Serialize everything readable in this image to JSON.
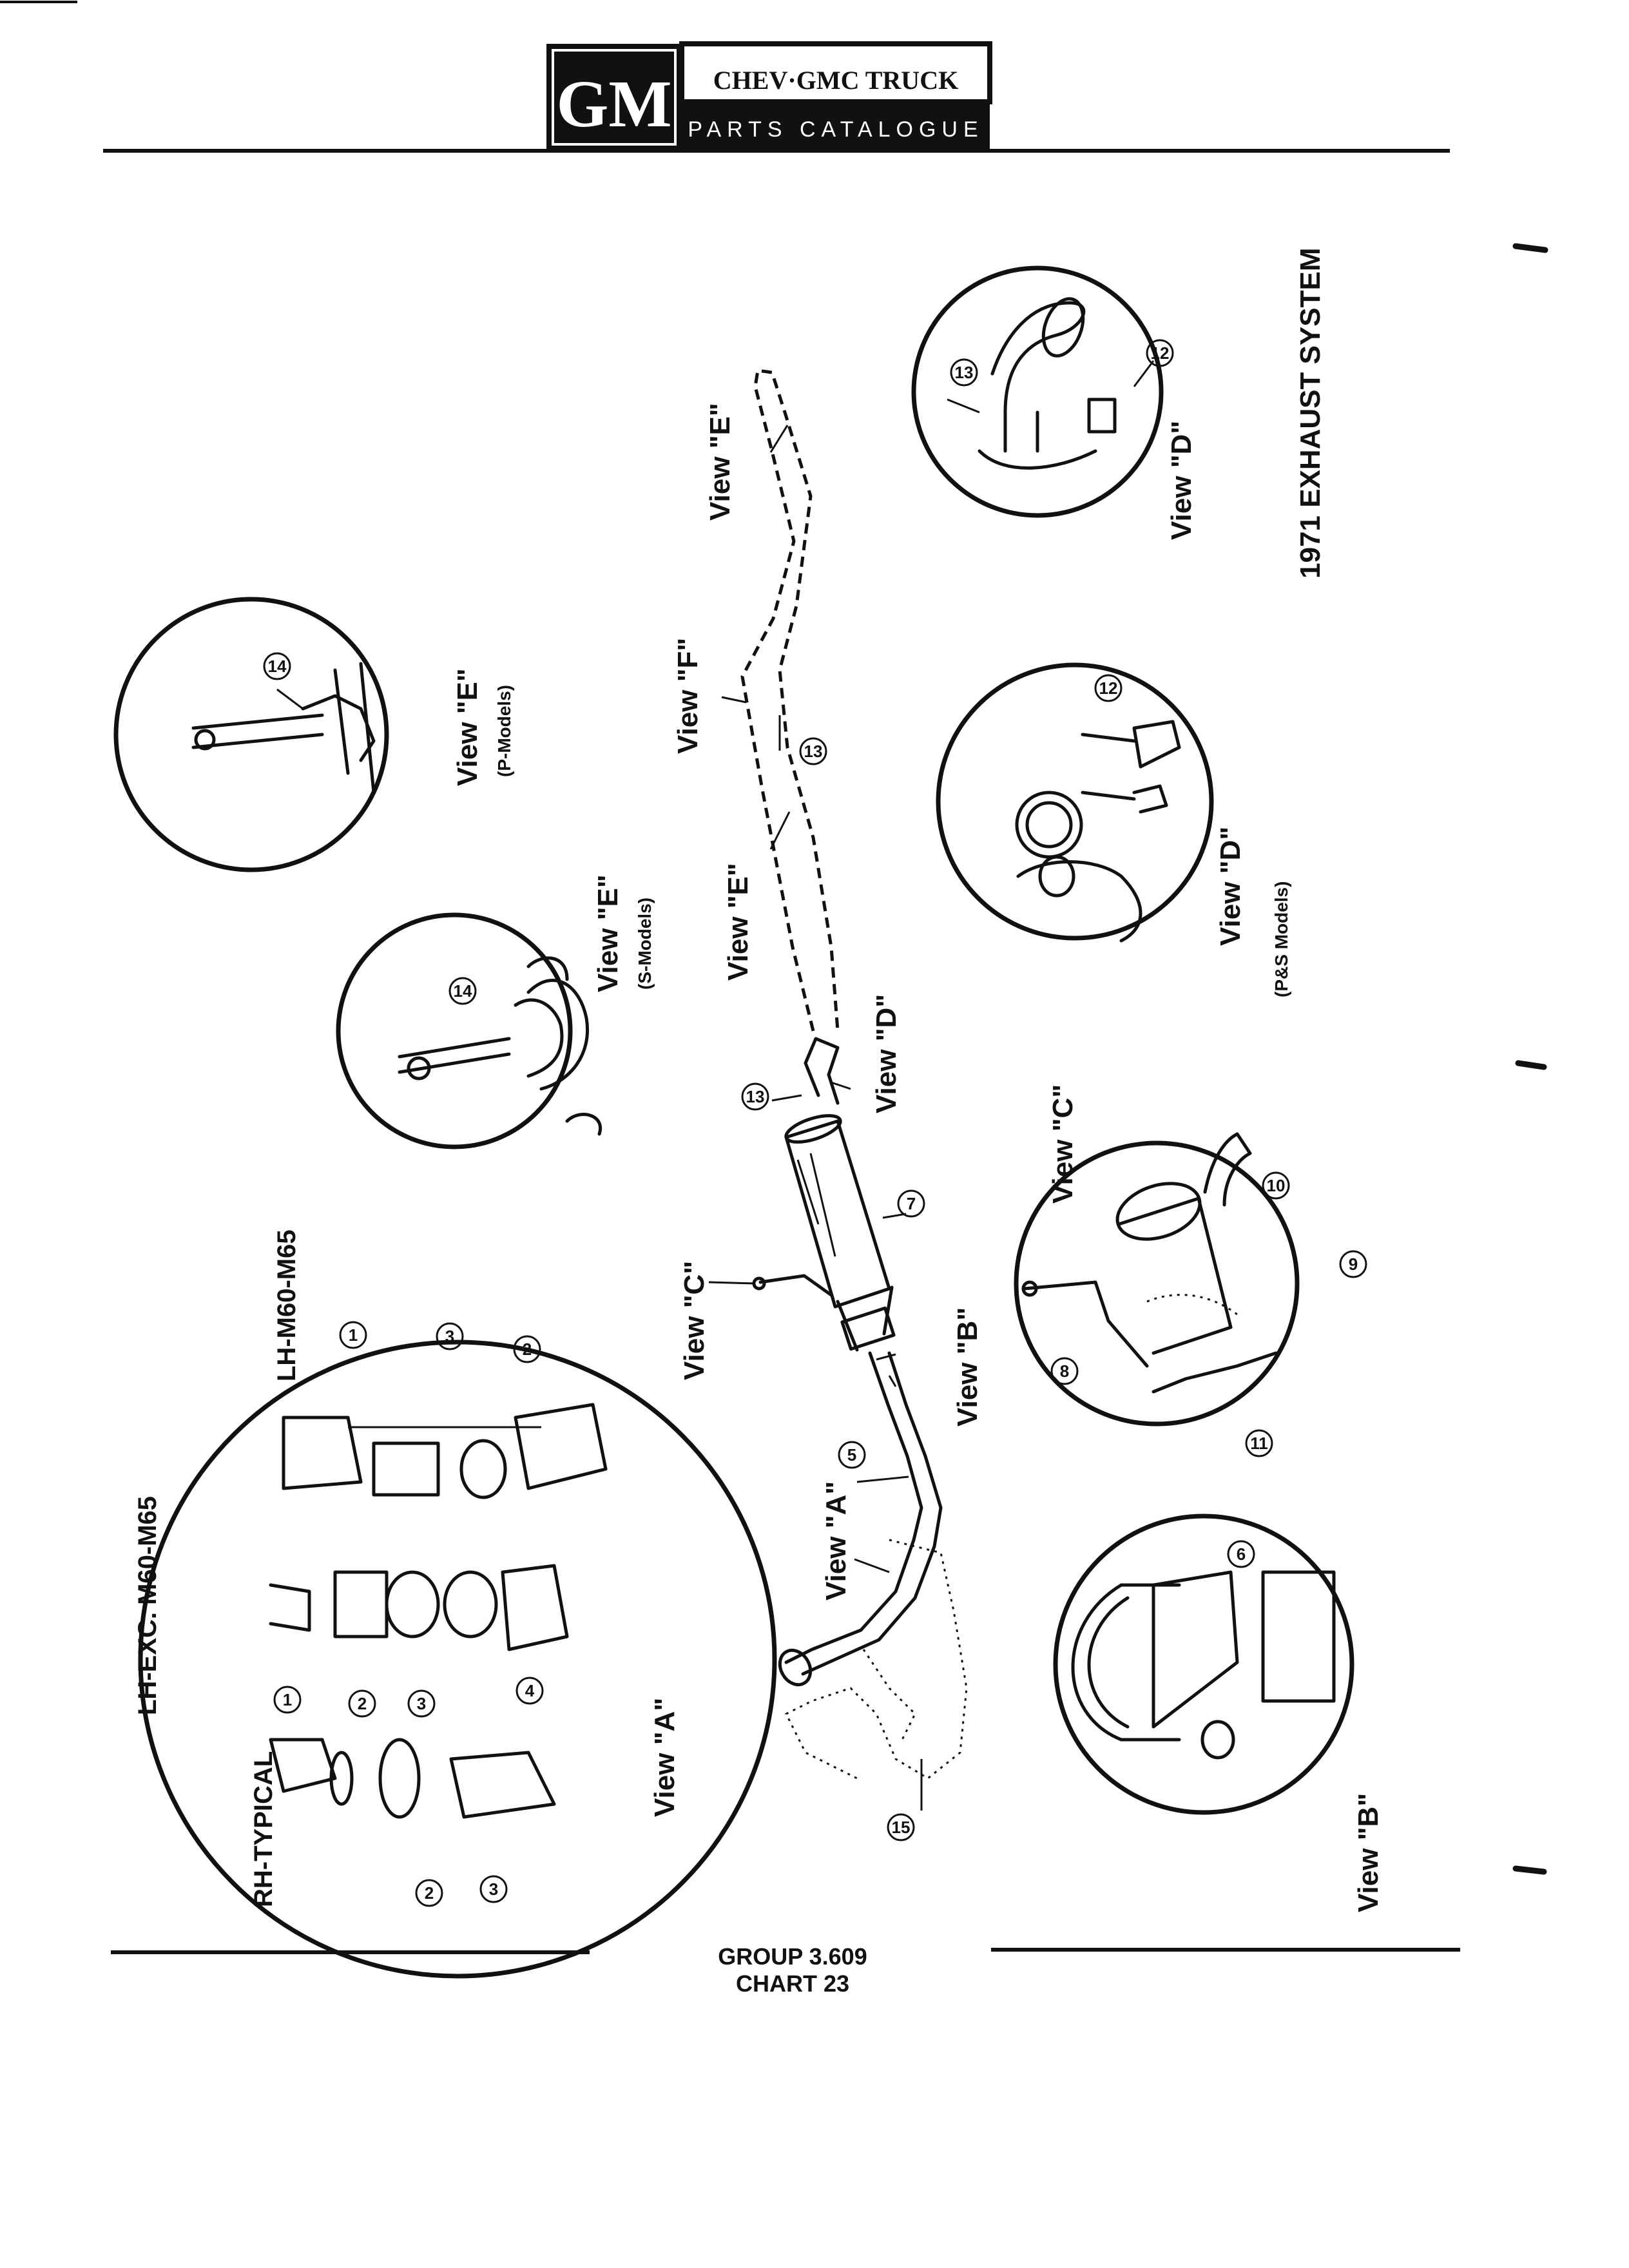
{
  "header": {
    "logo": "GM",
    "line1": "CHEV·GMC TRUCK",
    "line2": "PARTS CATALOGUE"
  },
  "title": "1971 EXHAUST SYSTEM",
  "views": {
    "e_p": "View \"E\"",
    "e_p_sub": "(P-Models)",
    "e_s": "View \"E\"",
    "e_s_sub": "(S-Models)",
    "d_top": "View \"D\"",
    "d_ps": "View \"D\"",
    "d_ps_sub": "(P&S Models)",
    "c_detail": "View \"C\"",
    "b_detail": "View \"B\"",
    "a_detail": "View \"A\"",
    "main_e1": "View \"E\"",
    "main_f": "View \"F\"",
    "main_e2": "View \"E\"",
    "main_d": "View \"D\"",
    "main_c": "View \"C\"",
    "main_b": "View \"B\"",
    "main_a": "View \"A\""
  },
  "labels": {
    "rh_typical": "RH-TYPICAL",
    "lh_exc": "LH-EXC. M60-M65",
    "lh_m60": "LH-M60-M65"
  },
  "callouts": [
    "1",
    "2",
    "3",
    "4",
    "5",
    "6",
    "7",
    "8",
    "9",
    "10",
    "11",
    "12",
    "13",
    "14",
    "15"
  ],
  "footer": "GROUP 3.609 CHART 23"
}
